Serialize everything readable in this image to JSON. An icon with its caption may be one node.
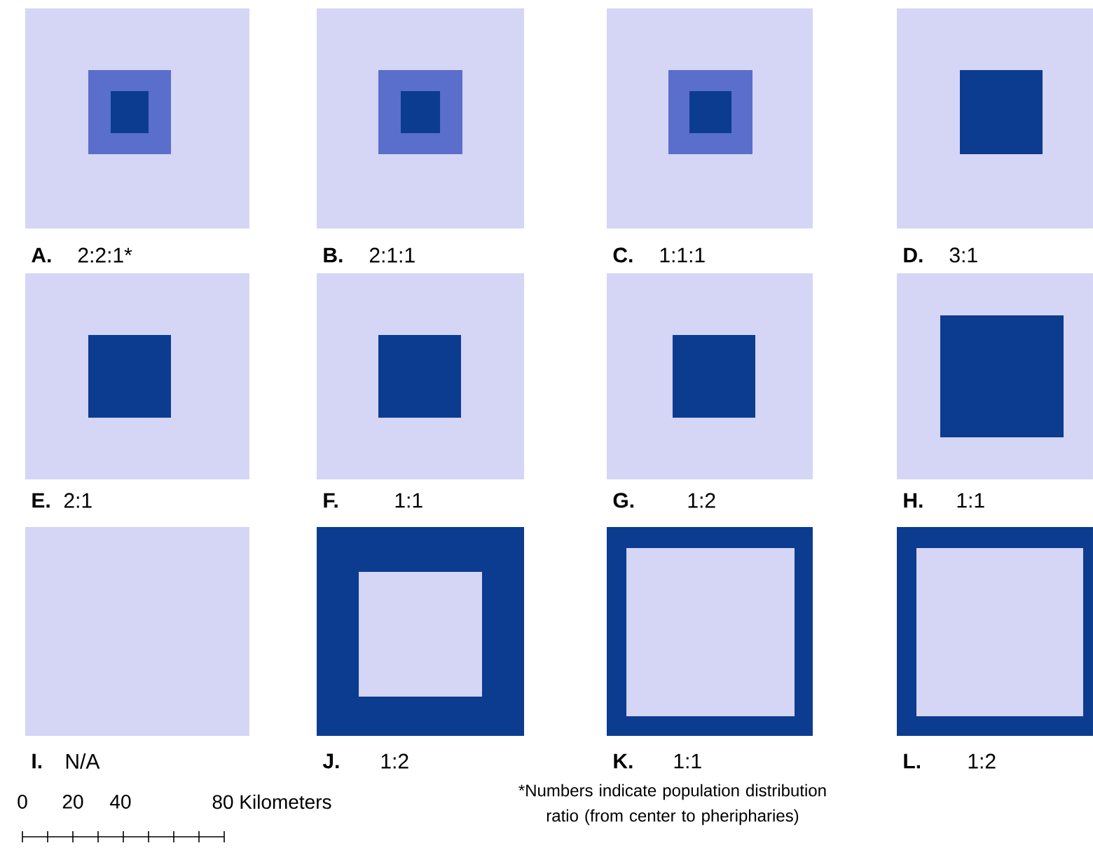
{
  "diagram": {
    "nodes": [
      {
        "text": [
          "A.",
          "2:2:1*"
        ]
      },
      {
        "text": [],
        "shape": "box",
        "in": 0
      },
      {
        "text": [],
        "shape": "box",
        "in": 1
      },
      {
        "text": [
          "B.",
          "2:1:1"
        ]
      },
      {
        "text": [],
        "shape": "box",
        "in": 3
      },
      {
        "text": [],
        "shape": "box",
        "in": 4
      },
      {
        "text": [
          "C.",
          "1:1:1"
        ]
      },
      {
        "text": [],
        "shape": "box",
        "in": 6
      },
      {
        "text": [],
        "shape": "box",
        "in": 7
      },
      {
        "text": [
          "D.",
          "3:1"
        ]
      },
      {
        "text": [],
        "shape": "box",
        "in": 9
      },
      {
        "text": [
          "E.",
          "2:1"
        ]
      },
      {
        "text": [],
        "shape": "box",
        "in": 11
      },
      {
        "text": [
          "F.",
          "1:1"
        ]
      },
      {
        "text": [],
        "shape": "box",
        "in": 13
      },
      {
        "text": [
          "G.",
          "1:2"
        ]
      },
      {
        "text": [],
        "shape": "box",
        "in": 15
      },
      {
        "text": [
          "H.",
          "1:1"
        ]
      },
      {
        "text": [],
        "shape": "box",
        "in": 17
      },
      {
        "text": [
          "I.",
          "N/A"
        ]
      },
      {
        "text": [
          "J.",
          "1:2"
        ]
      },
      {
        "text": [],
        "shape": "box",
        "in": 20
      },
      {
        "text": [
          "K.",
          "1:1"
        ]
      },
      {
        "text": [],
        "shape": "box",
        "in": 22
      },
      {
        "text": [
          "L.",
          "1:2"
        ]
      },
      {
        "text": [],
        "shape": "box",
        "in": 24
      }
    ],
    "labels": [
      "0",
      "20",
      "40",
      "80 Kilometers",
      "*Numbers indicate population distribution ratio (from center to pheripharies)"
    ]
  }
}
